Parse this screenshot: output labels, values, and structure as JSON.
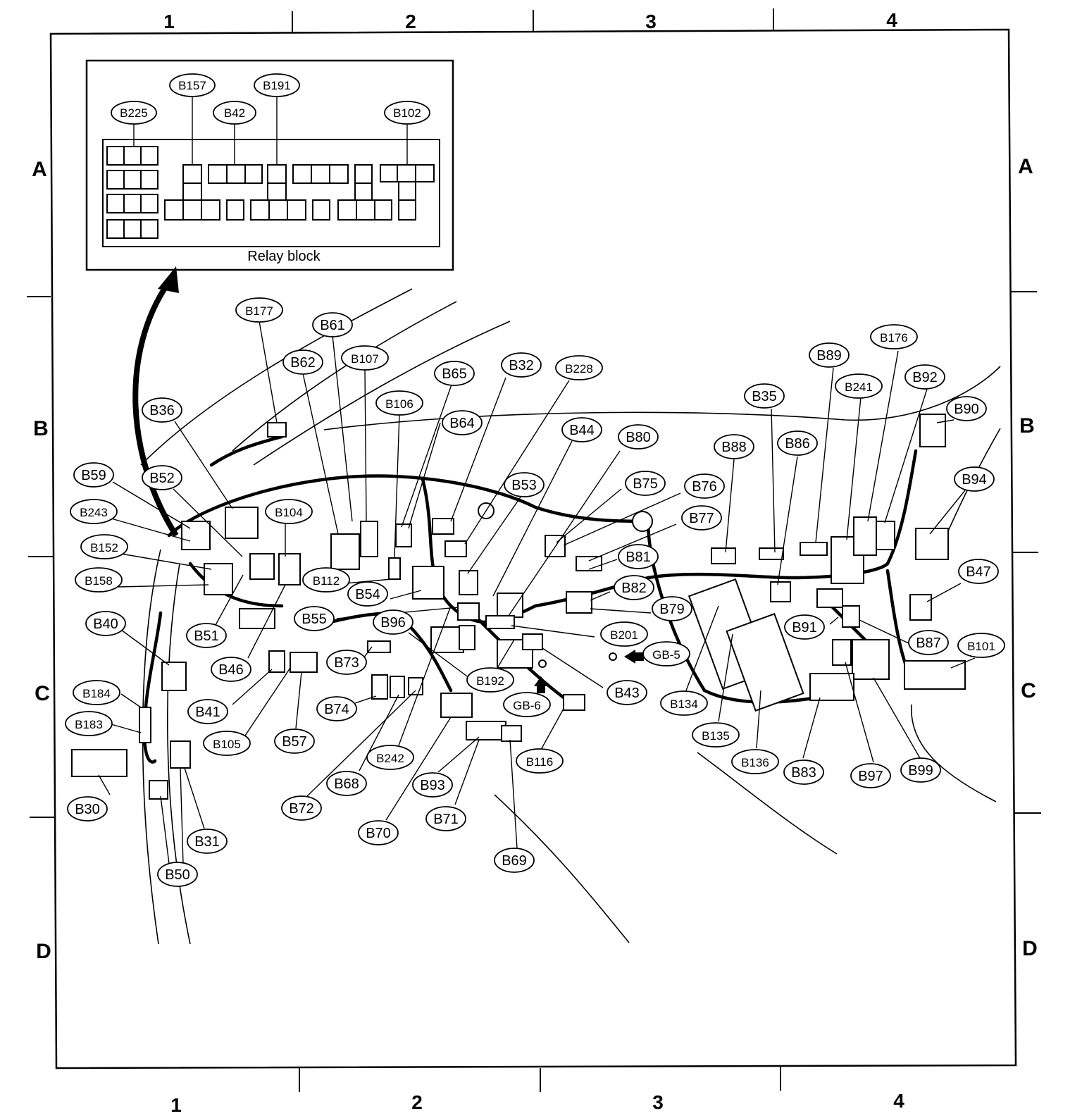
{
  "grid": {
    "columns": [
      "1",
      "2",
      "3",
      "4"
    ],
    "rows": [
      "A",
      "B",
      "C",
      "D"
    ]
  },
  "inset": {
    "caption": "Relay block",
    "labels": [
      "B225",
      "B157",
      "B42",
      "B191",
      "B102"
    ]
  },
  "labels": [
    "B177",
    "B61",
    "B107",
    "B62",
    "B65",
    "B32",
    "B228",
    "B106",
    "B64",
    "B36",
    "B44",
    "B80",
    "B59",
    "B52",
    "B53",
    "B75",
    "B76",
    "B243",
    "B104",
    "B77",
    "B152",
    "B81",
    "B112",
    "B158",
    "B54",
    "B82",
    "B55",
    "B79",
    "B40",
    "B51",
    "B96",
    "B201",
    "B46",
    "B73",
    "B192",
    "GB-5",
    "B184",
    "B41",
    "B43",
    "B183",
    "B74",
    "GB-6",
    "B105",
    "B57",
    "B116",
    "B242",
    "B30",
    "B68",
    "B93",
    "B72",
    "B31",
    "B70",
    "B71",
    "B50",
    "B69",
    "B35",
    "B89",
    "B176",
    "B241",
    "B92",
    "B90",
    "B88",
    "B86",
    "B94",
    "B47",
    "B91",
    "B87",
    "B101",
    "B134",
    "B135",
    "B136",
    "B83",
    "B97",
    "B99"
  ]
}
